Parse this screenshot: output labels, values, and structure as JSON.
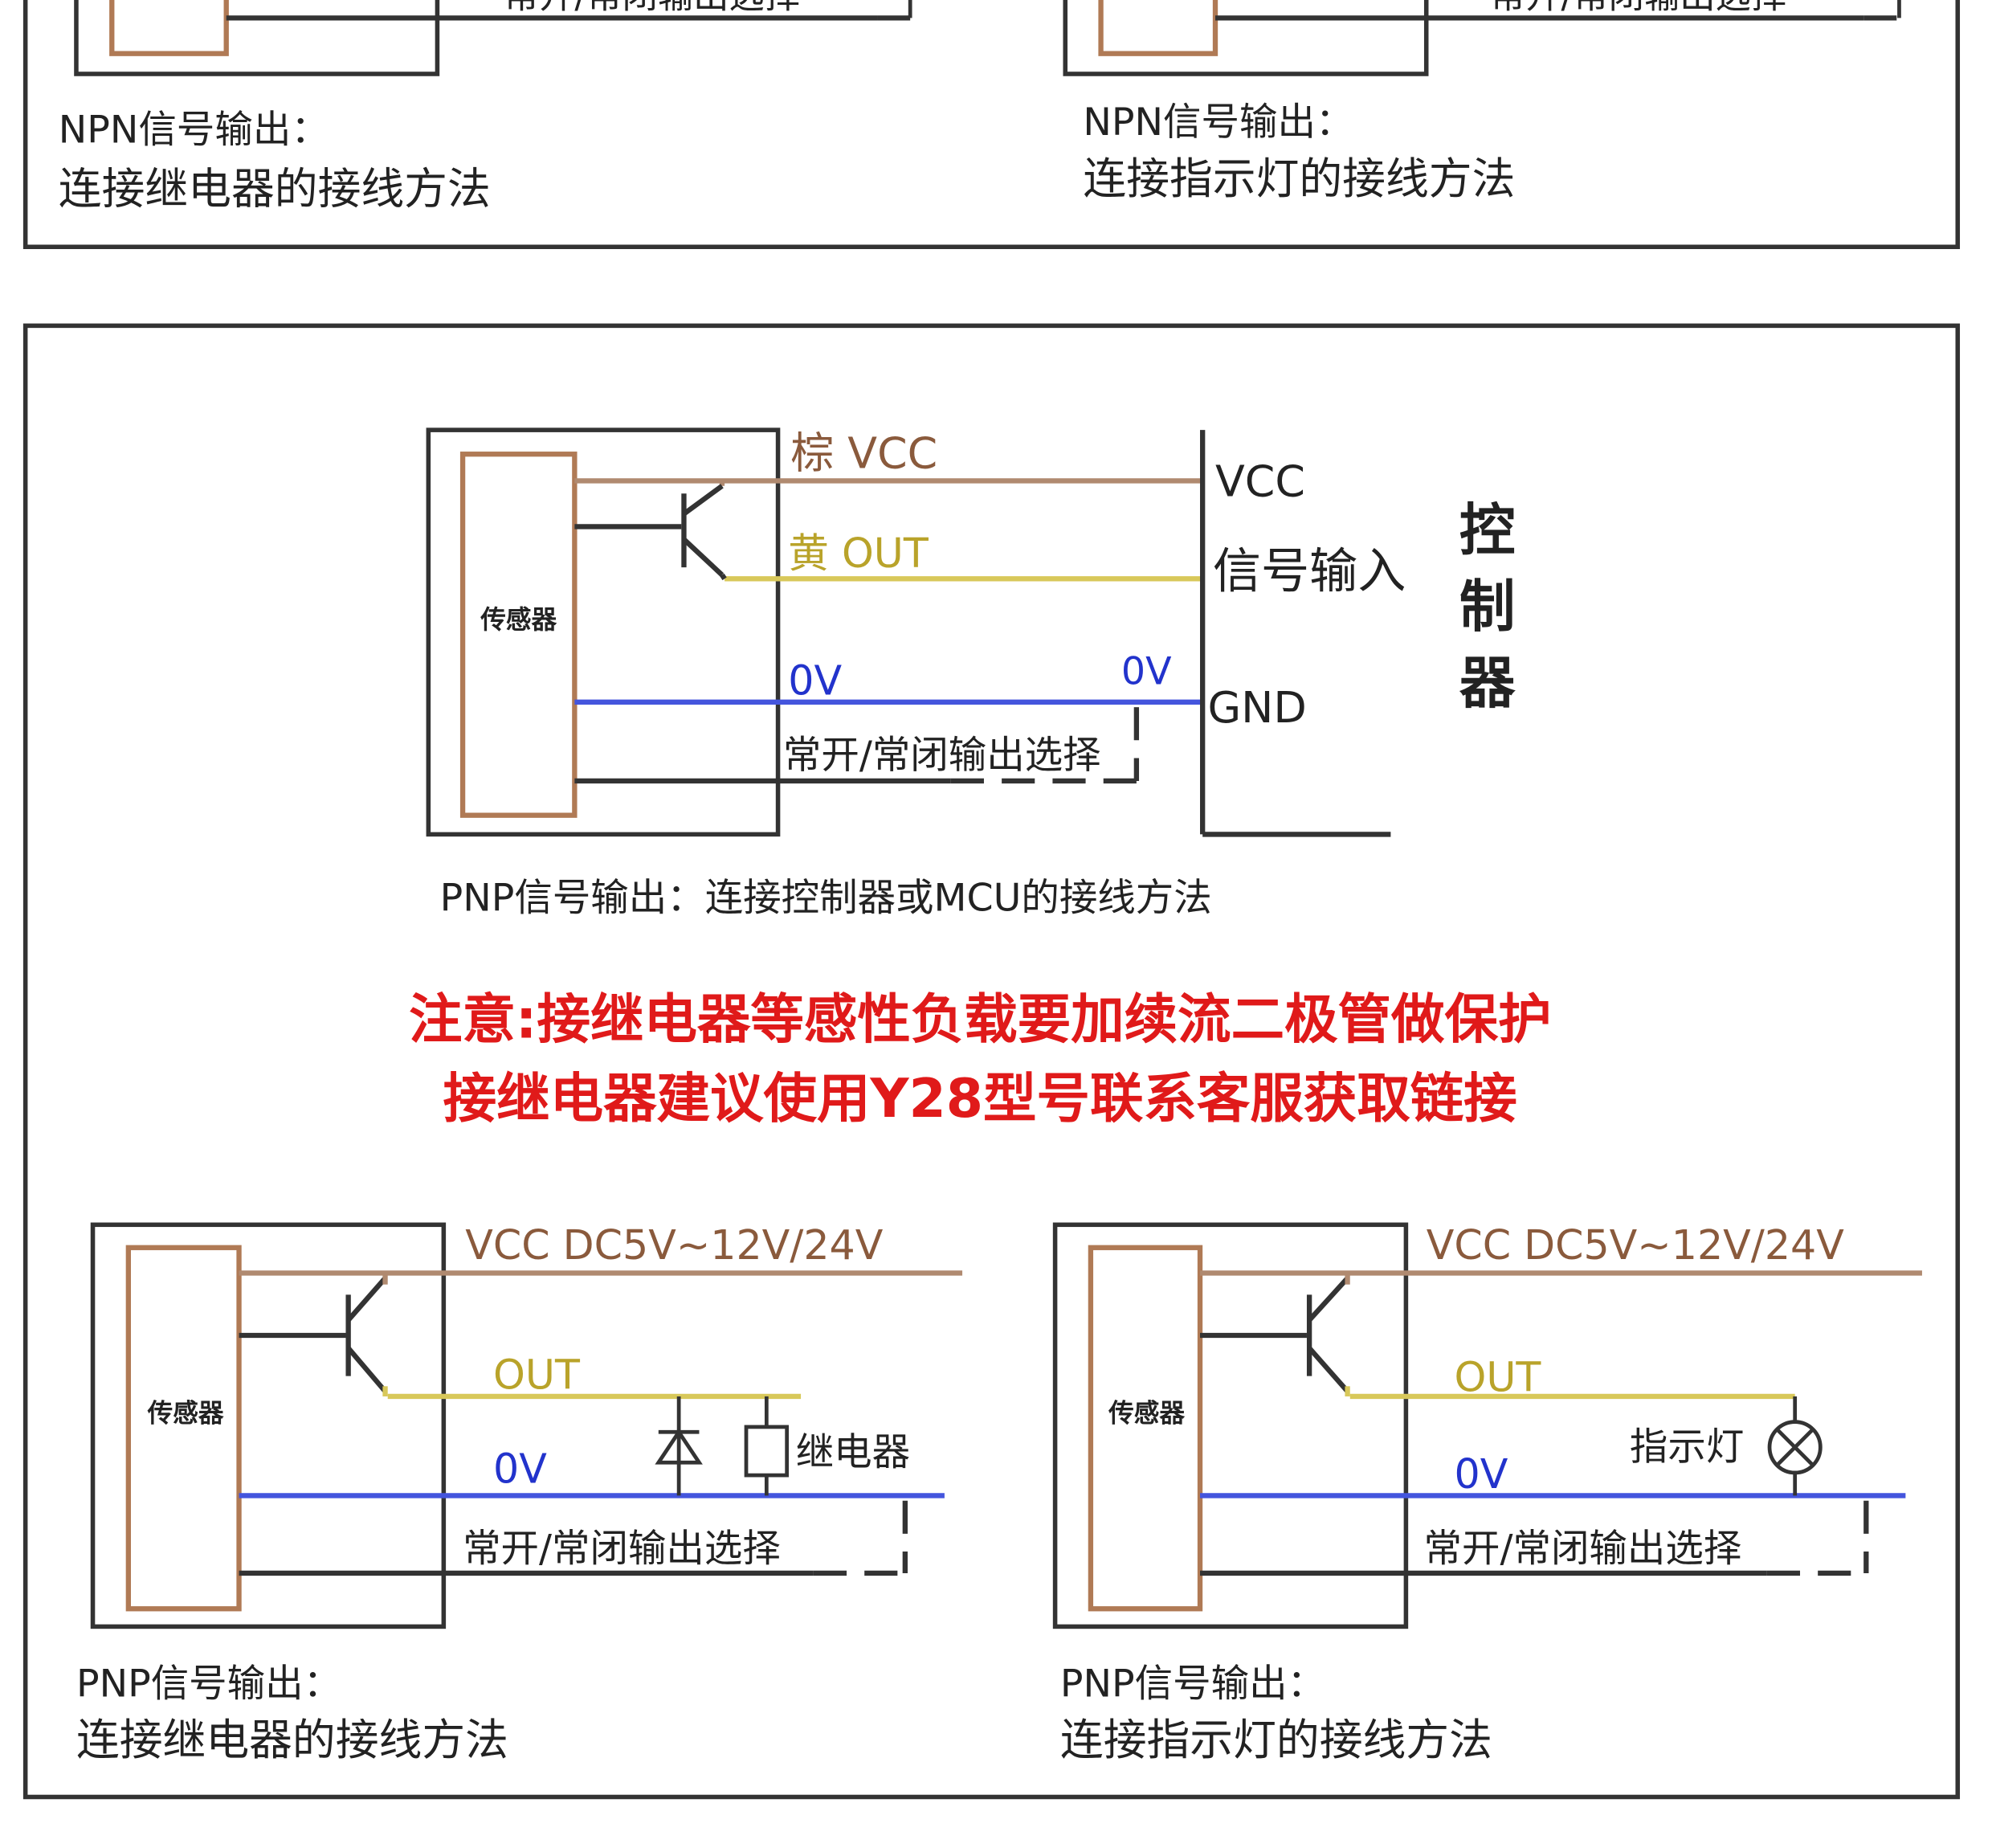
{
  "top_section": {
    "left_cut_label": "常开/常闭输出选择",
    "right_cut_label": "常开/常闭输出选择",
    "left_caption": {
      "line1": "NPN信号输出：",
      "line2": "连接继电器的接线方法"
    },
    "right_caption": {
      "line1": "NPN信号输出：",
      "line2": "连接指示灯的接线方法"
    }
  },
  "pnp_controller_diagram": {
    "sensor_label": "传感器",
    "wire_vcc_label": "棕 VCC",
    "wire_out_label": "黄 OUT",
    "wire_0v_label": "0V",
    "wire_0v_label_right": "0V",
    "select_label": "常开/常闭输出选择",
    "controller_pins": [
      "VCC",
      "信号输入",
      "GND"
    ],
    "controller_label": [
      "控",
      "制",
      "器"
    ],
    "caption": "PNP信号输出：连接控制器或MCU的接线方法"
  },
  "notice": {
    "line1": "注意:接继电器等感性负载要加续流二极管做保护",
    "line2": "接继电器建议使用Y28型号联系客服获取链接",
    "color": "#e01a1a"
  },
  "pnp_relay_diagram": {
    "sensor_label": "传感器",
    "vcc_label": "VCC DC5V~12V/24V",
    "out_label": "OUT",
    "zero_v_label": "0V",
    "relay_label": "继电器",
    "select_label": "常开/常闭输出选择",
    "caption": {
      "line1": "PNP信号输出：",
      "line2": "连接继电器的接线方法"
    }
  },
  "pnp_lamp_diagram": {
    "sensor_label": "传感器",
    "vcc_label": "VCC DC5V~12V/24V",
    "out_label": "OUT",
    "zero_v_label": "0V",
    "lamp_label": "指示灯",
    "select_label": "常开/常闭输出选择",
    "caption": {
      "line1": "PNP信号输出：",
      "line2": "连接指示灯的接线方法"
    }
  },
  "colors": {
    "vcc_wire": "#b08a70",
    "out_wire": "#d8c85a",
    "zero_v_wire": "#4455dd",
    "sensor_box": "#b07a55"
  }
}
